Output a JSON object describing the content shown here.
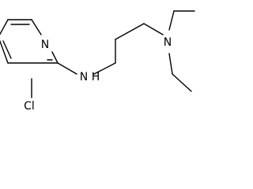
{
  "molecule": {
    "atom_labels": {
      "pyridine_nitrogen": "N",
      "amine_nitrogen": "N",
      "chlorine": "Cl",
      "amine_hydrogen": "H",
      "diethylamino_nitrogen": "N"
    }
  }
}
